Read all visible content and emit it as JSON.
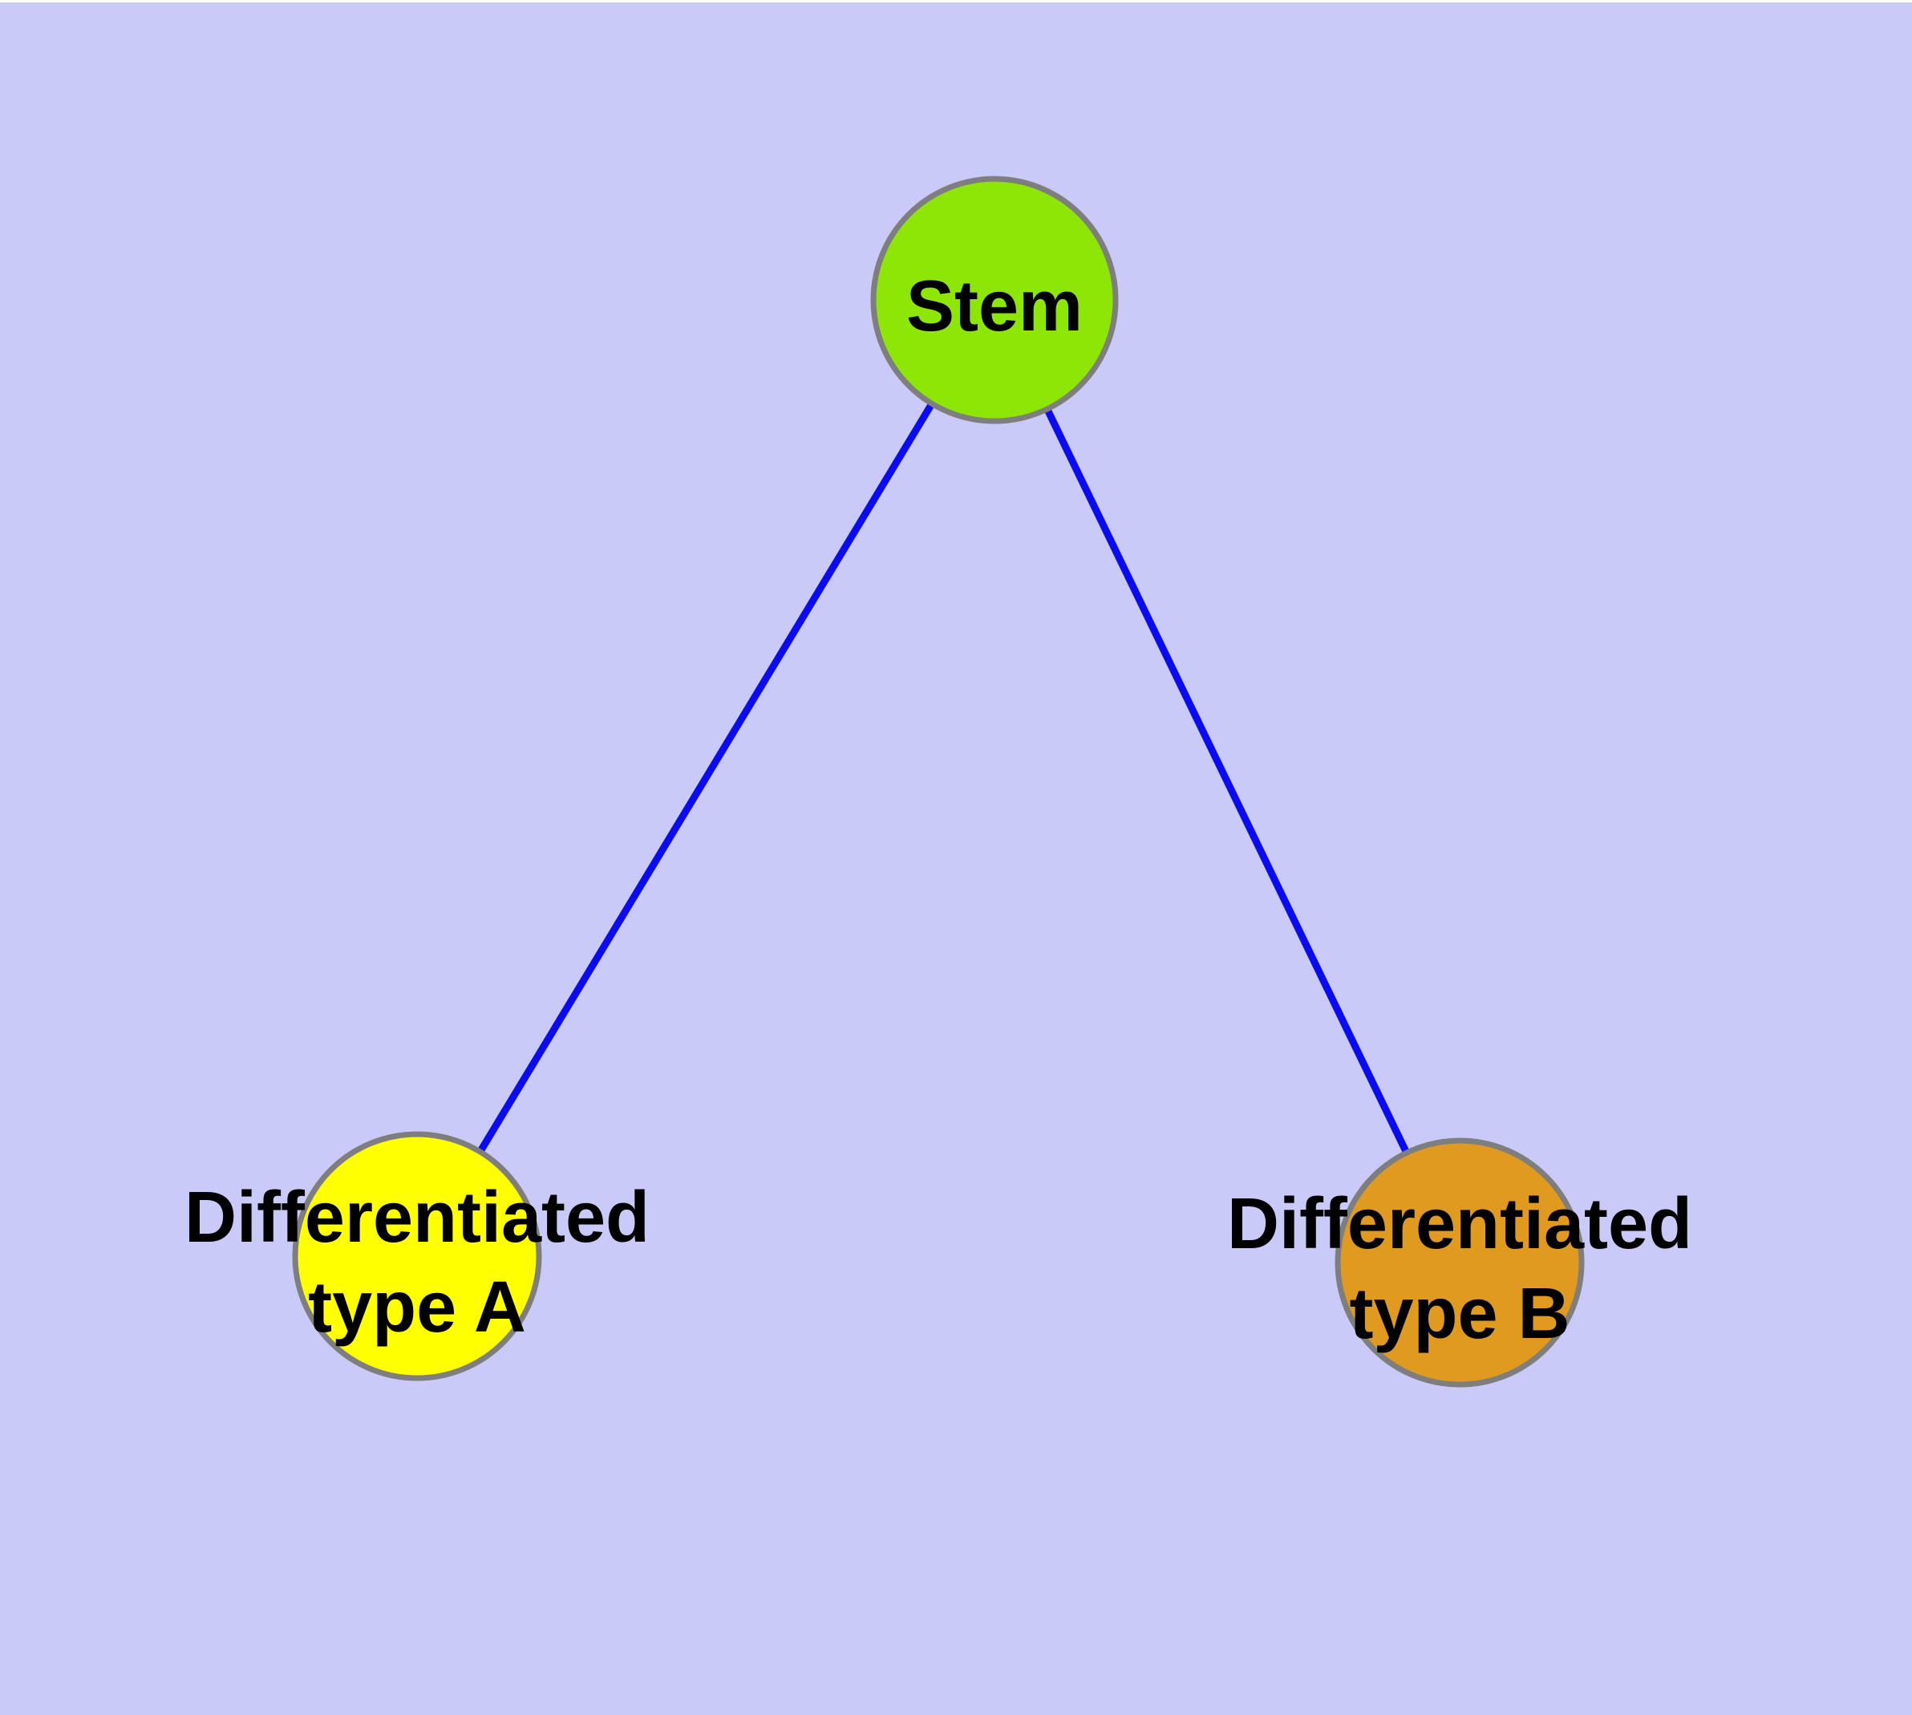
{
  "colors": {
    "background": "#CACAF8",
    "top_strip": "#FFFFFF",
    "edge": "#0B0BF2",
    "node_border": "#7E7E7E",
    "label": "#000000"
  },
  "nodes": {
    "stem": {
      "label": "Stem",
      "fill": "#8DE605"
    },
    "type_a": {
      "label_line1": "Differentiated",
      "label_line2": "type A",
      "fill": "#FFFF00"
    },
    "type_b": {
      "label_line1": "Differentiated",
      "label_line2": "type B",
      "fill": "#E09A1F"
    }
  },
  "edges": [
    {
      "from": "Stem",
      "to": "Differentiated type A"
    },
    {
      "from": "Stem",
      "to": "Differentiated type B"
    }
  ]
}
